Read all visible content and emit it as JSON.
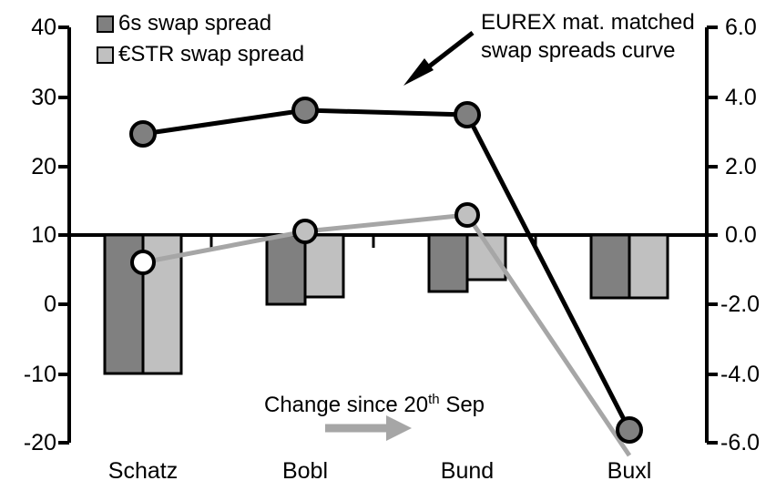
{
  "chart_data": {
    "type": "bar",
    "title": "",
    "xlabel": "",
    "ylabel_left": "",
    "ylabel_right": "",
    "categories": [
      "Schatz",
      "Bobl",
      "Bund",
      "Buxl"
    ],
    "left_axis": {
      "ticks": [
        40,
        30,
        20,
        10,
        0,
        -10,
        -20
      ],
      "tick_labels": [
        "40",
        "30",
        "20",
        "10",
        "0",
        "-10",
        "-20"
      ],
      "ylim": [
        -20,
        40
      ]
    },
    "right_axis": {
      "ticks": [
        6.0,
        4.0,
        2.0,
        0.0,
        -2.0,
        -4.0,
        -6.0
      ],
      "tick_labels": [
        "6.0",
        "4.0",
        "2.0",
        "0.0",
        "-2.0",
        "-4.0",
        "-6.0"
      ],
      "ylim": [
        -6.0,
        6.0
      ]
    },
    "bar_series": [
      {
        "name": "6s swap spread",
        "axis": "right",
        "color": "#808080",
        "values": [
          -4.06,
          -2.0,
          -1.6,
          -1.8
        ]
      },
      {
        "name": "€STR swap spread",
        "axis": "right",
        "color": "#c0c0c0",
        "values": [
          -4.06,
          -1.8,
          -1.3,
          -1.8
        ]
      }
    ],
    "line_series": [
      {
        "name": "EUREX mat. matched swap spreads curve",
        "axis": "left",
        "color": "#000000",
        "marker_fill": "#808080",
        "values": [
          24.5,
          28.0,
          27.3,
          -18.0
        ]
      },
      {
        "name": "Change since 20th Sep",
        "axis": "left",
        "color": "#a6a6a6",
        "marker_fill": "#c0c0c0",
        "values": [
          6.1,
          10.4,
          12.7,
          -20.5
        ]
      }
    ],
    "grid": false,
    "legend_position": "top-left"
  },
  "legend": {
    "items": [
      {
        "label": "6s swap spread",
        "color": "#808080"
      },
      {
        "label": "€STR swap spread",
        "color": "#c0c0c0"
      }
    ]
  },
  "annotations": {
    "curve_callout_line1": "EUREX mat. matched",
    "curve_callout_line2": "swap spreads curve",
    "change_note_prefix": "Change since 20",
    "change_note_sup": "th",
    "change_note_suffix": " Sep"
  }
}
